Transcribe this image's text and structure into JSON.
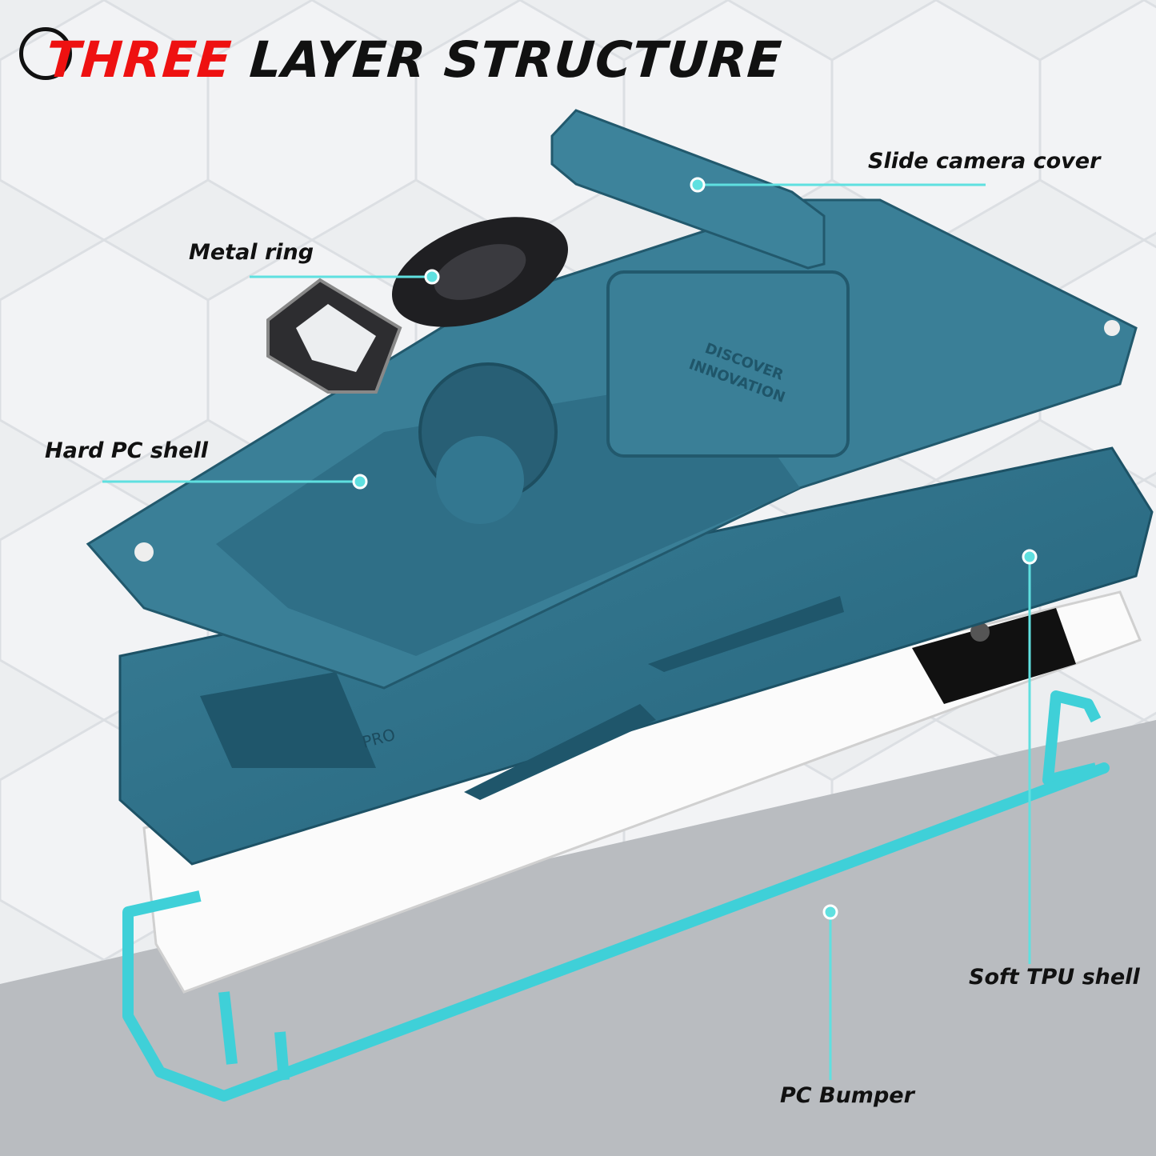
{
  "title": {
    "highlight": "THREE",
    "rest": "LAYER STRUCTURE"
  },
  "labels": {
    "slide_camera_cover": "Slide camera cover",
    "metal_ring": "Metal ring",
    "hard_pc_shell": "Hard PC shell",
    "soft_tpu_shell": "Soft TPU shell",
    "pc_bumper": "PC Bumper"
  },
  "case_print": {
    "brand_line1": "DISCOVER",
    "brand_line2": "INNOVATION",
    "model": "PRO"
  },
  "colors": {
    "title_accent": "#ee1111",
    "case_teal": "#2e6f86",
    "bumper_cyan": "#3fd0d8",
    "callout": "#5fe0e0"
  }
}
